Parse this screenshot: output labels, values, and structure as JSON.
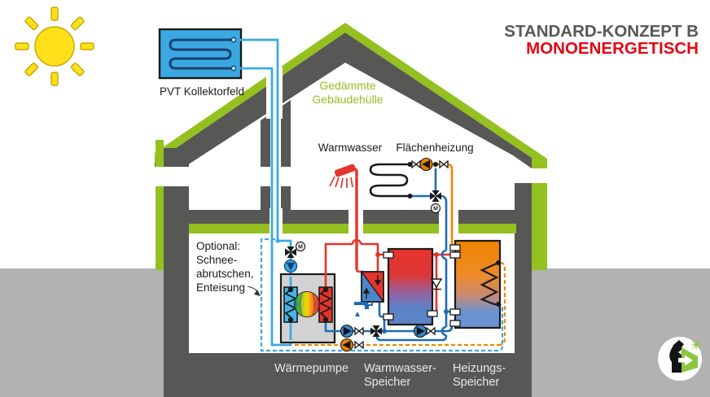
{
  "header": {
    "title": "STANDARD-KONZEPT B",
    "subtitle": "MONOENERGETISCH"
  },
  "labels": {
    "collector": "PVT Kollektorfeld",
    "envelope1": "Gedämmte",
    "envelope2": "Gebäudehülle",
    "hot_water": "Warmwasser",
    "surface_heating": "Flächenheizung",
    "optional1": "Optional:",
    "optional2": "Schnee-",
    "optional3": "abrutschen,",
    "optional4": "Enteisung",
    "heat_pump": "Wärmepumpe",
    "dhw_tank1": "Warmwasser-",
    "dhw_tank2": "Speicher",
    "buffer_tank1": "Heizungs-",
    "buffer_tank2": "Speicher",
    "motor": "M"
  },
  "colors": {
    "structure_gray": "#575756",
    "insulation_green": "#94c11f",
    "ground_gray": "#b2b2b2",
    "title_gray": "#575756",
    "accent_red": "#e30613",
    "green_text": "#94c11f",
    "footer_label": "#e9e9e9",
    "pipe_source_blue": "#3aa9e1",
    "pipe_hot_red": "#e6342c",
    "pipe_heating_supply_orange": "#f18700",
    "pipe_heating_return_blue": "#1f6cb5",
    "sun_yellow": "#ffe01b",
    "collector_blue": "#3aa9e1",
    "heat_pump_gray": "#d2d2d3",
    "logo_green": "#8dc63f"
  }
}
